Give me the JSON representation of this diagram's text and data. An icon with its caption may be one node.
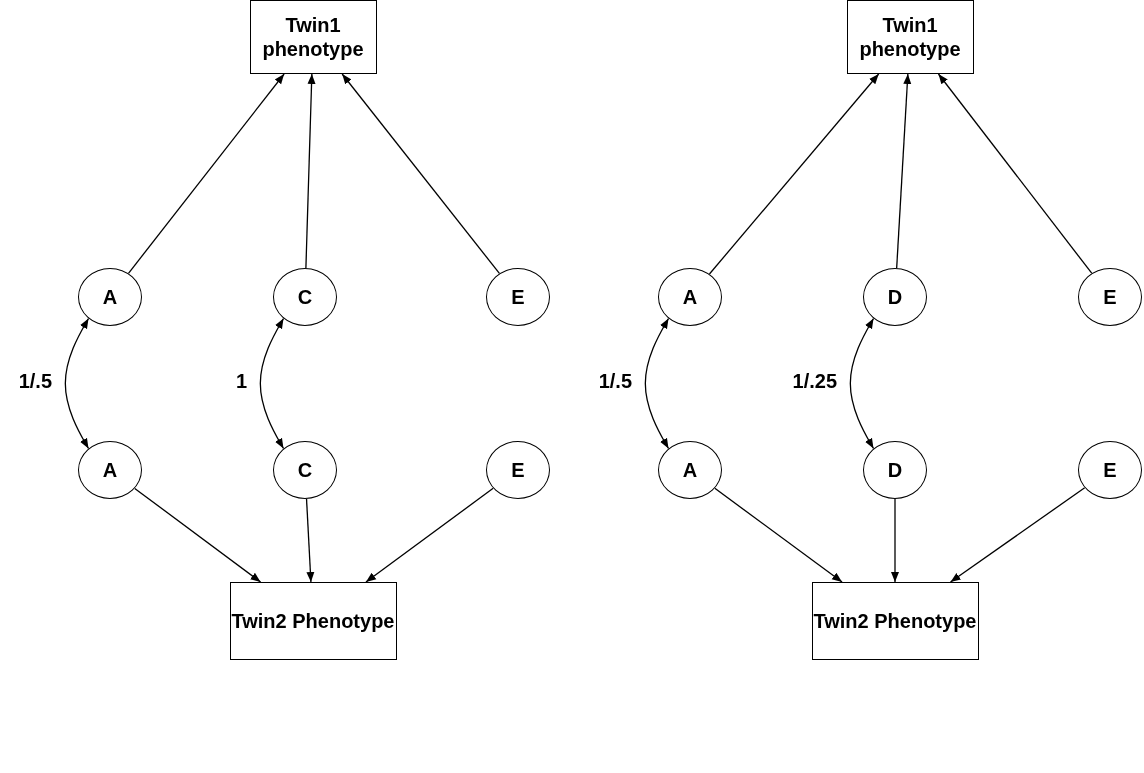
{
  "diagram": {
    "nodes": [
      {
        "text": [
          "Twin1 phenotype"
        ]
      },
      {
        "text": [
          "Twin1 phenotype"
        ]
      },
      {
        "text": [
          "A"
        ]
      },
      {
        "text": [
          "C"
        ]
      },
      {
        "text": [
          "E"
        ]
      },
      {
        "text": [
          "A"
        ]
      },
      {
        "text": [
          "D"
        ]
      },
      {
        "text": [
          "E"
        ]
      },
      {
        "text": [
          "A"
        ]
      },
      {
        "text": [
          "C"
        ]
      },
      {
        "text": [
          "E"
        ]
      },
      {
        "text": [
          "A"
        ]
      },
      {
        "text": [
          "D"
        ]
      },
      {
        "text": [
          "E"
        ]
      },
      {
        "text": [
          "Twin2 Phenotype"
        ]
      },
      {
        "text": [
          "Twin2 Phenotype"
        ]
      }
    ],
    "edges": [
      {
        "from": 2,
        "to": 0,
        "arrow": "to"
      },
      {
        "from": 3,
        "to": 0,
        "arrow": "to"
      },
      {
        "from": 4,
        "to": 0,
        "arrow": "to"
      },
      {
        "from": 5,
        "to": 1,
        "arrow": "to"
      },
      {
        "from": 6,
        "to": 1,
        "arrow": "to"
      },
      {
        "from": 7,
        "to": 1,
        "arrow": "to"
      },
      {
        "from": 2,
        "to": 8,
        "arrow": "both",
        "label": "1/.5"
      },
      {
        "from": 3,
        "to": 9,
        "arrow": "both",
        "label": "1"
      },
      {
        "from": 5,
        "to": 11,
        "arrow": "both",
        "label": "1/.5"
      },
      {
        "from": 6,
        "to": 12,
        "arrow": "both",
        "label": "1/.25"
      },
      {
        "from": 8,
        "to": 14,
        "arrow": "to"
      },
      {
        "from": 9,
        "to": 14,
        "arrow": "to"
      },
      {
        "from": 10,
        "to": 14,
        "arrow": "to"
      },
      {
        "from": 11,
        "to": 15,
        "arrow": "to"
      },
      {
        "from": 12,
        "to": 15,
        "arrow": "to"
      },
      {
        "from": 13,
        "to": 15,
        "arrow": "to"
      }
    ]
  }
}
